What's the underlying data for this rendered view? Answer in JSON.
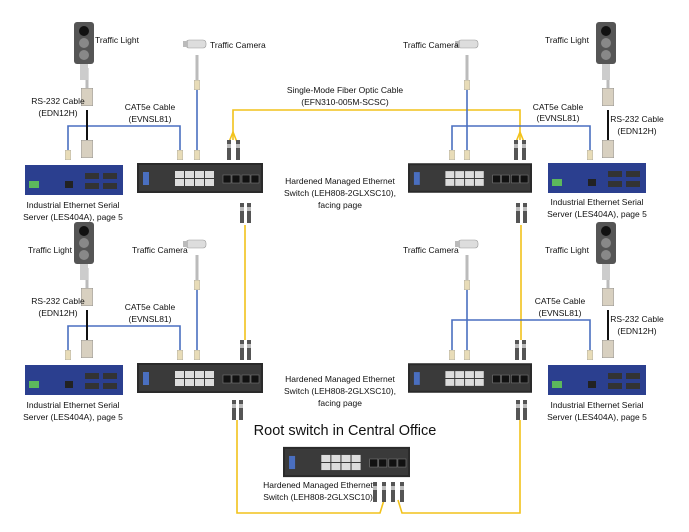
{
  "title": "Root switch in Central Office",
  "labels": {
    "traffic_light": "Traffic Light",
    "traffic_camera": "Traffic Camera",
    "rs232_1": "RS-232 Cable",
    "rs232_2": "(EDN12H)",
    "cat5e_1": "CAT5e Cable",
    "cat5e_2": "(EVNSL81)",
    "fiber_1": "Single-Mode Fiber Optic Cable",
    "fiber_2": "(EFN310-005M-SCSC)",
    "switch_1": "Hardened Managed Ethernet",
    "switch_2": "Switch (LEH808-2GLXSC10),",
    "switch_3": "facing page",
    "root_switch_2": "Switch (LEH808-2GLXSC10)",
    "server_1": "Industrial Ethernet Serial",
    "server_2": "Server (LES404A), page 5"
  },
  "colors": {
    "cat5e": "#4a6fc0",
    "fiber": "#f2c21b",
    "rs232": "#111111",
    "serial_server": "#2b3f8f",
    "switch": "#2a2a2a"
  }
}
